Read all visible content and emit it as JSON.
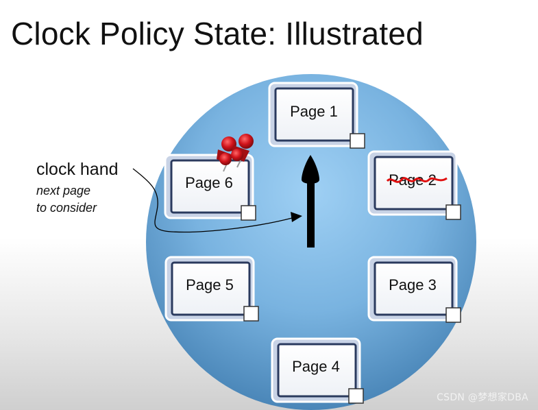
{
  "title": "Clock Policy State: Illustrated",
  "pages": [
    {
      "id": "page-1",
      "label": "Page 1",
      "state": "normal"
    },
    {
      "id": "page-2",
      "label": "Page 2",
      "state": "evicted"
    },
    {
      "id": "page-3",
      "label": "Page 3",
      "state": "normal"
    },
    {
      "id": "page-4",
      "label": "Page 4",
      "state": "normal"
    },
    {
      "id": "page-5",
      "label": "Page 5",
      "state": "normal"
    },
    {
      "id": "page-6",
      "label": "Page 6",
      "state": "pinned"
    }
  ],
  "clock_hand": {
    "label": "clock hand",
    "sub_line1": "next page",
    "sub_line2": "to consider"
  },
  "colors": {
    "circle_light": "#8fc6ef",
    "circle_dark": "#4a8fc2",
    "card_border": "#2a3a5e",
    "strike": "#e01010",
    "pin": "#d0131b"
  },
  "watermark": "CSDN @梦想家DBA"
}
